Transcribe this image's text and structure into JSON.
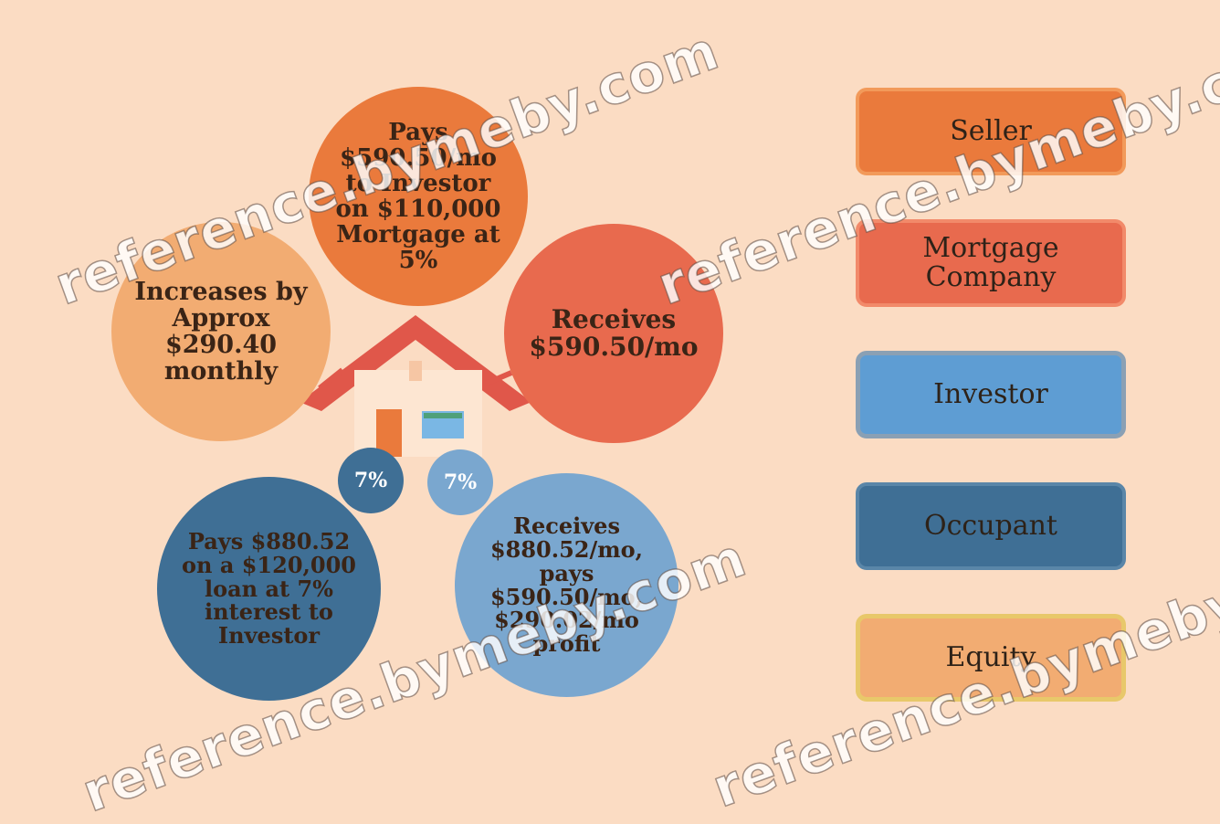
{
  "circles": {
    "pays_investor": "Pays\n$590.50/mo\nto Investor\non $110,000\nMortgage at\n5%",
    "increases": "Increases by\nApprox\n$290.40\nmonthly",
    "receives_590": "Receives\n$590.50/mo",
    "pays_880": "Pays $880.52\non a $120,000\nloan at 7%\ninterest to\nInvestor",
    "receives_880": "Receives\n$880.52/mo,\npays\n$590.50/mo,\n$290.02/mo\nprofit"
  },
  "badges": {
    "left": "7%",
    "right": "7%"
  },
  "legend": {
    "seller": "Seller",
    "mortgage_company": "Mortgage\nCompany",
    "investor": "Investor",
    "occupant": "Occupant",
    "equity": "Equity"
  },
  "watermark": "reference.bymeby.com",
  "colors": {
    "background": "#fbdcc3",
    "seller": "#ea7a3c",
    "mortgage_company": "#e86a4e",
    "investor": "#5e9dd3",
    "occupant": "#3f6f95",
    "equity": "#f2ac72"
  }
}
